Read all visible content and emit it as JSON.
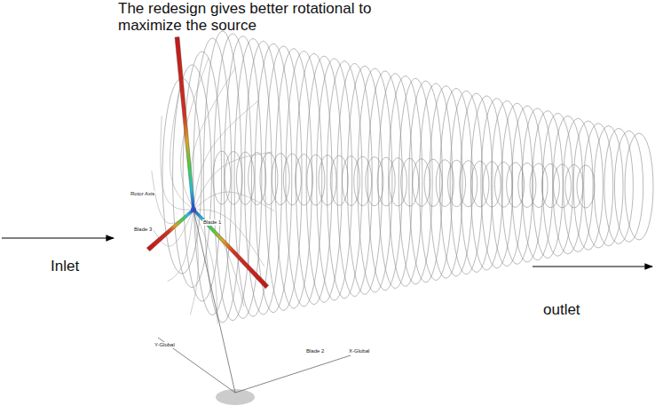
{
  "diagram": {
    "labels": [
      "The redesign gives better rotational to maximize the source",
      "Inlet",
      "outlet",
      "Rotor Axis",
      "Blade 3",
      "Blade 1",
      "Y-Global",
      "Blade 2",
      "X-Global"
    ]
  }
}
